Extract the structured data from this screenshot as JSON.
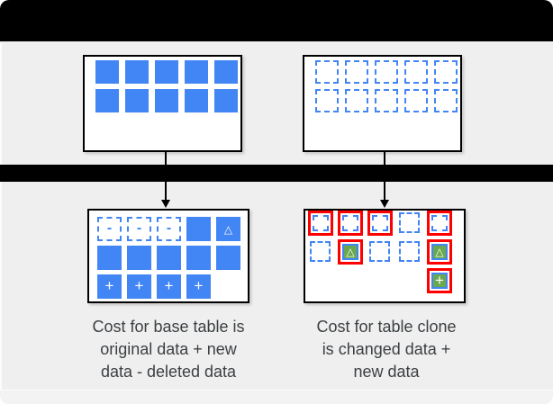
{
  "colors": {
    "blue": "#4285F4",
    "green": "#6AA84F",
    "red": "#FF0000",
    "background": "#EFEFEF",
    "bar": "#000000",
    "text": "#3C4043"
  },
  "glyphs": {
    "minus": "-",
    "plus": "+",
    "delta": "△"
  },
  "panels": {
    "base_table_before": {
      "rows": [
        [
          "solid",
          "solid",
          "solid",
          "solid",
          "solid"
        ],
        [
          "solid",
          "solid",
          "solid",
          "solid",
          "solid"
        ]
      ]
    },
    "table_clone_before": {
      "rows": [
        [
          "dashed",
          "dashed",
          "dashed",
          "dashed",
          "dashed"
        ],
        [
          "dashed",
          "dashed",
          "dashed",
          "dashed",
          "dashed"
        ]
      ]
    },
    "base_table_after": {
      "rows": [
        [
          "dashed_minus",
          "dashed_minus",
          "dashed_minus",
          "solid",
          "solid_delta"
        ],
        [
          "solid",
          "solid",
          "solid",
          "solid",
          "solid"
        ],
        [
          "solid_plus",
          "solid_plus",
          "solid_plus",
          "solid_plus",
          "empty"
        ]
      ]
    },
    "table_clone_after": {
      "rows": [
        [
          "red_dashed",
          "red_dashed",
          "red_dashed",
          "dashed_small",
          "red_dashed"
        ],
        [
          "dashed_small",
          "red_green_delta",
          "dashed_small",
          "dashed_small",
          "red_green_delta"
        ],
        [
          "empty",
          "empty",
          "empty",
          "empty",
          "red_green_plus"
        ]
      ]
    }
  },
  "captions": {
    "base_table": {
      "lines": [
        "Cost for base table is",
        "original data + new",
        "data - deleted data"
      ]
    },
    "table_clone": {
      "lines": [
        "Cost for table clone",
        "is changed data +",
        "new data"
      ]
    }
  }
}
